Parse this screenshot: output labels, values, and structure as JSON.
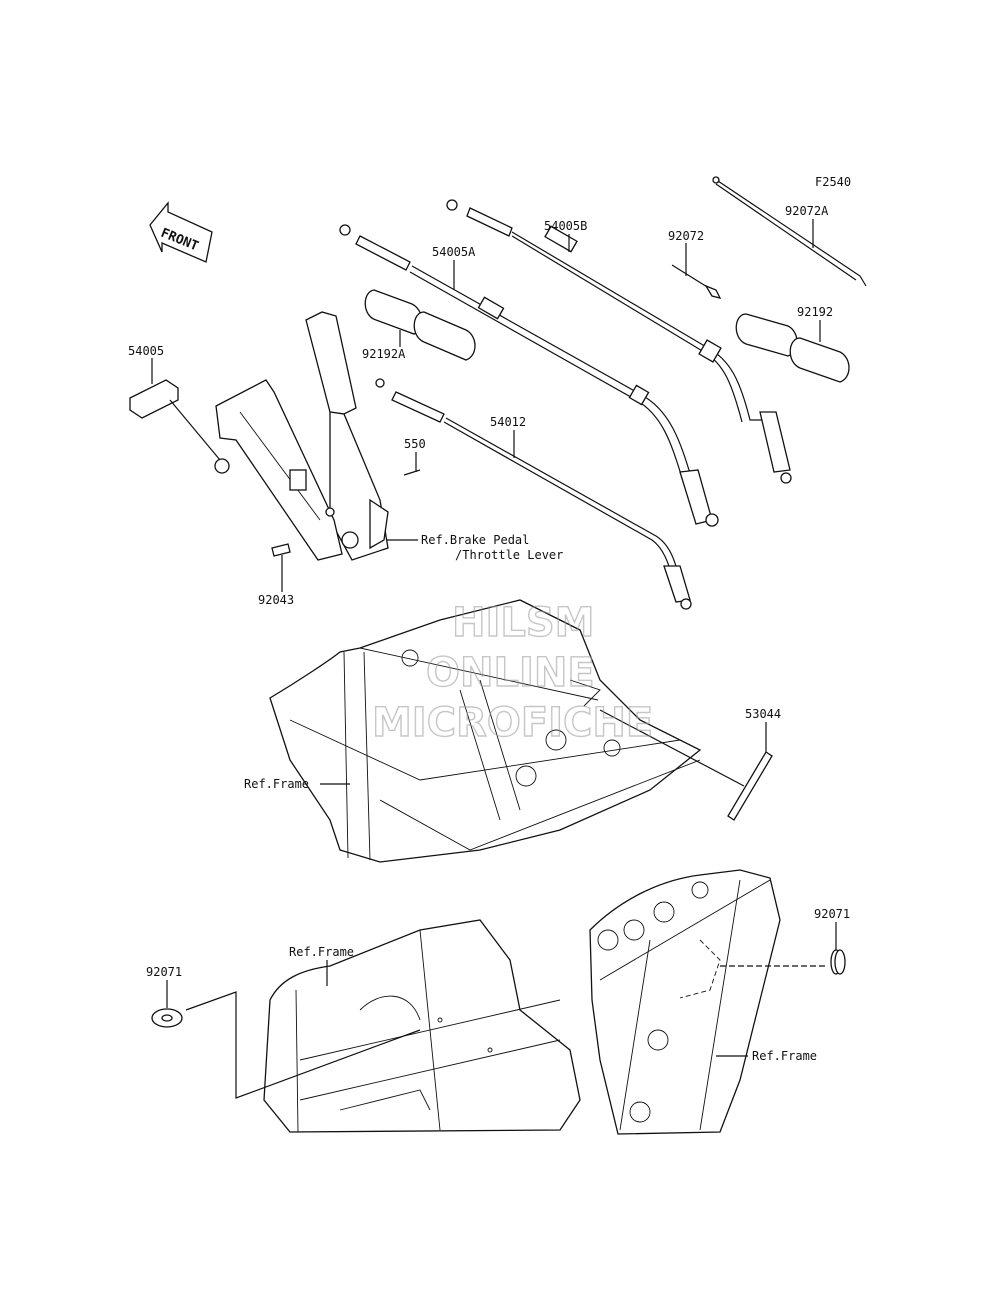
{
  "figure_code": "F2540",
  "front_badge": "FRONT",
  "watermark": [
    "HILSM",
    "ONLINE",
    "MICROFICHE"
  ],
  "part_labels": {
    "p54005": "54005",
    "p54005A": "54005A",
    "p54005B": "54005B",
    "p92072": "92072",
    "p92072A": "92072A",
    "p92192": "92192",
    "p92192A": "92192A",
    "p54012": "54012",
    "p550": "550",
    "p92043": "92043",
    "p53044": "53044",
    "p92071_left": "92071",
    "p92071_right": "92071"
  },
  "ref_labels": {
    "brake_pedal_1": "Ref.Brake Pedal",
    "brake_pedal_2": "/Throttle Lever",
    "frame_mid": "Ref.Frame",
    "frame_bottom_left": "Ref.Frame",
    "frame_bottom_right": "Ref.Frame"
  }
}
